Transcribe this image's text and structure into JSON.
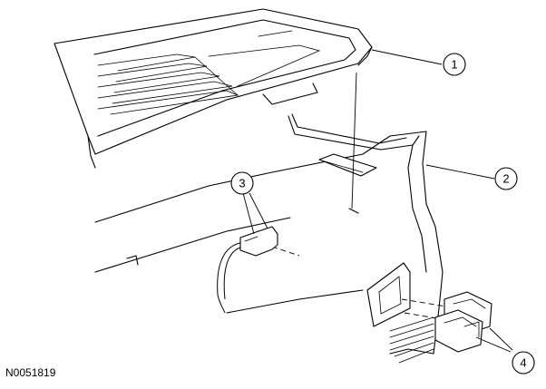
{
  "figure_id": "N0051819",
  "callouts": [
    {
      "label": "1"
    },
    {
      "label": "2"
    },
    {
      "label": "3"
    },
    {
      "label": "4"
    }
  ]
}
